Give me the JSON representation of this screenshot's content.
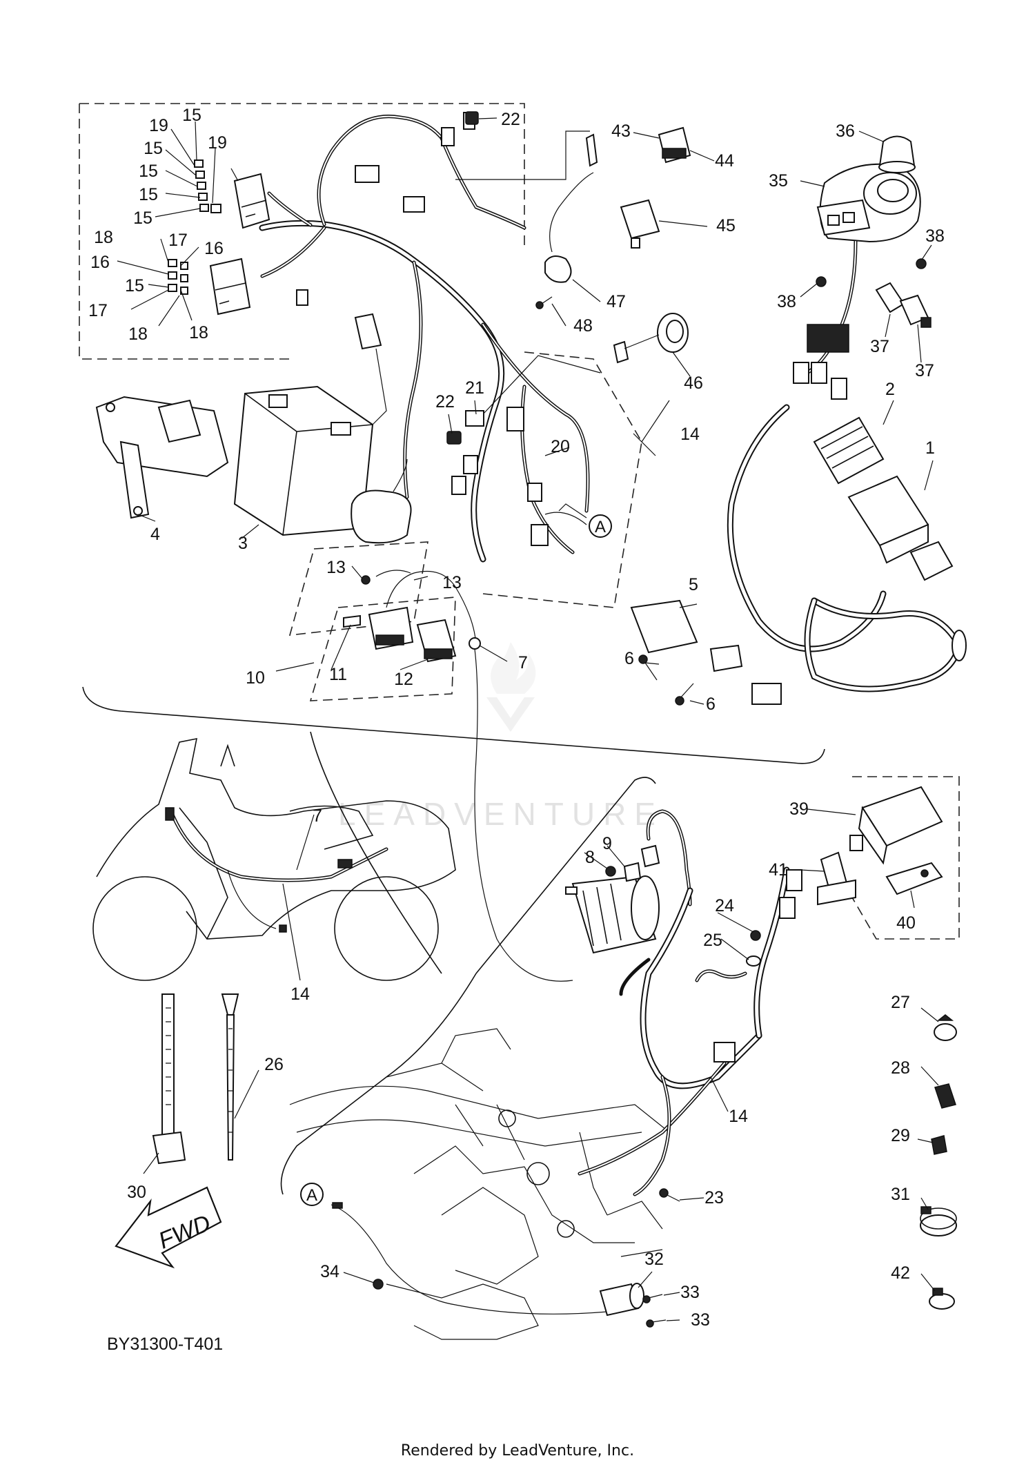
{
  "diagram": {
    "drawing_code": "BY31300-T401",
    "footer": "Rendered by LeadVenture, Inc.",
    "watermark": "LEADVENTURE",
    "fwd_label": "FWD",
    "reference_marker": "A",
    "callouts": [
      "1",
      "2",
      "3",
      "4",
      "5",
      "6",
      "6",
      "7",
      "7",
      "8",
      "9",
      "10",
      "11",
      "12",
      "13",
      "13",
      "14",
      "14",
      "14",
      "14",
      "15",
      "15",
      "15",
      "15",
      "15",
      "15",
      "16",
      "16",
      "17",
      "17",
      "18",
      "18",
      "18",
      "19",
      "19",
      "20",
      "21",
      "22",
      "22",
      "23",
      "24",
      "25",
      "26",
      "27",
      "28",
      "29",
      "30",
      "31",
      "32",
      "33",
      "33",
      "34",
      "35",
      "36",
      "37",
      "37",
      "38",
      "38",
      "39",
      "40",
      "41",
      "42",
      "43",
      "44",
      "45",
      "46",
      "47",
      "48"
    ]
  }
}
